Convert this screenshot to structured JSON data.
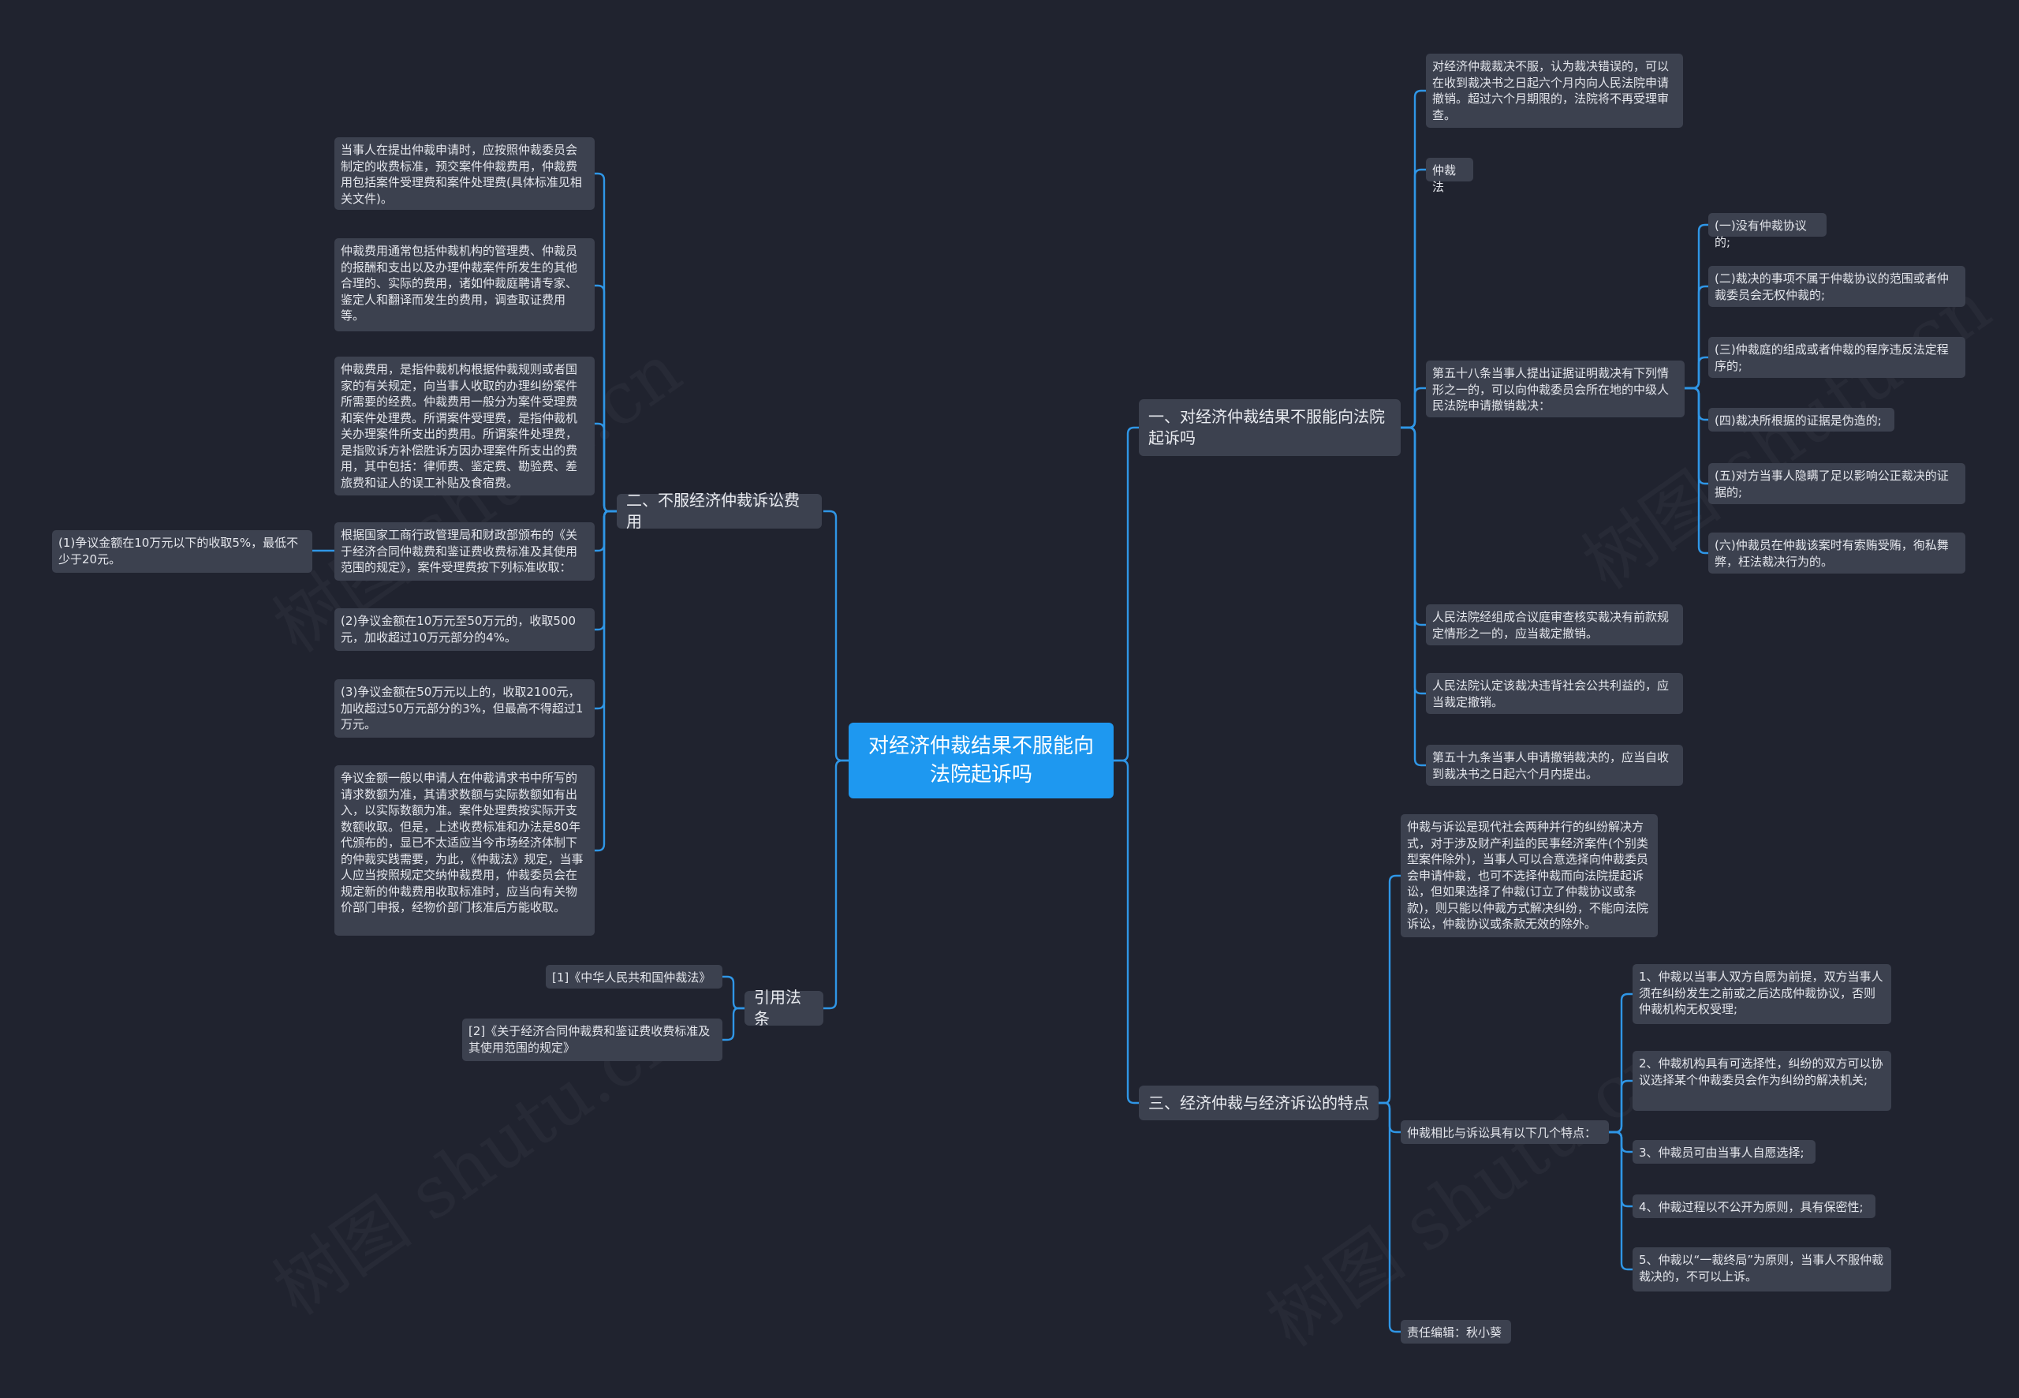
{
  "colors": {
    "background": "#20232f",
    "root": "#1e98f0",
    "node": "#3c414f",
    "connector": "#2f96e6"
  },
  "watermark": "树图 shutu.cn",
  "root": {
    "text": "对经济仲裁结果不服能向法院起诉吗"
  },
  "branch1": {
    "title": "一、对经济仲裁结果不服能向法院起诉吗",
    "n1": "对经济仲裁裁决不服，认为裁决错误的，可以在收到裁决书之日起六个月内向人民法院申请撤销。超过六个月期限的，法院将不再受理审查。",
    "n2": "仲裁法",
    "n3": "第五十八条当事人提出证据证明裁决有下列情形之一的，可以向仲裁委员会所在地的中级人民法院申请撤销裁决：",
    "n3_items": [
      "(一)没有仲裁协议的;",
      "(二)裁决的事项不属于仲裁协议的范围或者仲裁委员会无权仲裁的;",
      "(三)仲裁庭的组成或者仲裁的程序违反法定程序的;",
      "(四)裁决所根据的证据是伪造的;",
      "(五)对方当事人隐瞒了足以影响公正裁决的证据的;",
      "(六)仲裁员在仲裁该案时有索贿受贿，徇私舞弊，枉法裁决行为的。"
    ],
    "n4": "人民法院经组成合议庭审查核实裁决有前款规定情形之一的，应当裁定撤销。",
    "n5": "人民法院认定该裁决违背社会公共利益的，应当裁定撤销。",
    "n6": "第五十九条当事人申请撤销裁决的，应当自收到裁决书之日起六个月内提出。"
  },
  "branch2": {
    "title": "二、不服经济仲裁诉讼费用",
    "n1": "当事人在提出仲裁申请时，应按照仲裁委员会制定的收费标准，预交案件仲裁费用，仲裁费用包括案件受理费和案件处理费(具体标准见相关文件)。",
    "n2": "仲裁费用通常包括仲裁机构的管理费、仲裁员的报酬和支出以及办理仲裁案件所发生的其他合理的、实际的费用，诸如仲裁庭聘请专家、鉴定人和翻译而发生的费用，调查取证费用等。",
    "n3": "仲裁费用，是指仲裁机构根据仲裁规则或者国家的有关规定，向当事人收取的办理纠纷案件所需要的经费。仲裁费用一般分为案件受理费和案件处理费。所谓案件受理费，是指仲裁机关办理案件所支出的费用。所谓案件处理费，是指败诉方补偿胜诉方因办理案件所支出的费用，其中包括：律师费、鉴定费、勘验费、差旅费和证人的误工补贴及食宿费。",
    "n4": "根据国家工商行政管理局和财政部颁布的《关于经济合同仲裁费和鉴证费收费标准及其使用范围的规定》，案件受理费按下列标准收取：",
    "n4_item": "(1)争议金额在10万元以下的收取5%，最低不少于20元。",
    "n5": "(2)争议金额在10万元至50万元的，收取500元，加收超过10万元部分的4%。",
    "n6": "(3)争议金额在50万元以上的，收取2100元，加收超过50万元部分的3%，但最高不得超过1万元。",
    "n7": "争议金额一般以申请人在仲裁请求书中所写的请求数额为准，其请求数额与实际数额如有出入，以实际数额为准。案件处理费按实际开支数额收取。但是，上述收费标准和办法是80年代颁布的，显已不太适应当今市场经济体制下的仲裁实践需要，为此，《仲裁法》规定，当事人应当按照规定交纳仲裁费用，仲裁委员会在规定新的仲裁费用收取标准时，应当向有关物价部门申报，经物价部门核准后方能收取。"
  },
  "branch3": {
    "title": "三、经济仲裁与经济诉讼的特点",
    "n1": "仲裁与诉讼是现代社会两种并行的纠纷解决方式，对于涉及财产利益的民事经济案件(个别类型案件除外)，当事人可以合意选择向仲裁委员会申请仲裁，也可不选择仲裁而向法院提起诉讼，但如果选择了仲裁(订立了仲裁协议或条款)，则只能以仲裁方式解决纠纷，不能向法院诉讼，仲裁协议或条款无效的除外。",
    "n2": "仲裁相比与诉讼具有以下几个特点：",
    "n2_items": [
      "1、仲裁以当事人双方自愿为前提，双方当事人须在纠纷发生之前或之后达成仲裁协议，否则仲裁机构无权受理;",
      "2、仲裁机构具有可选择性，纠纷的双方可以协议选择某个仲裁委员会作为纠纷的解决机关;",
      "3、仲裁员可由当事人自愿选择;",
      "4、仲裁过程以不公开为原则，具有保密性;",
      "5、仲裁以“一裁终局”为原则，当事人不服仲裁裁决的，不可以上诉。"
    ],
    "n3": "责任编辑：秋小葵"
  },
  "branch4": {
    "title": "引用法条",
    "items": [
      "[1]《中华人民共和国仲裁法》",
      "[2]《关于经济合同仲裁费和鉴证费收费标准及其使用范围的规定》"
    ]
  }
}
